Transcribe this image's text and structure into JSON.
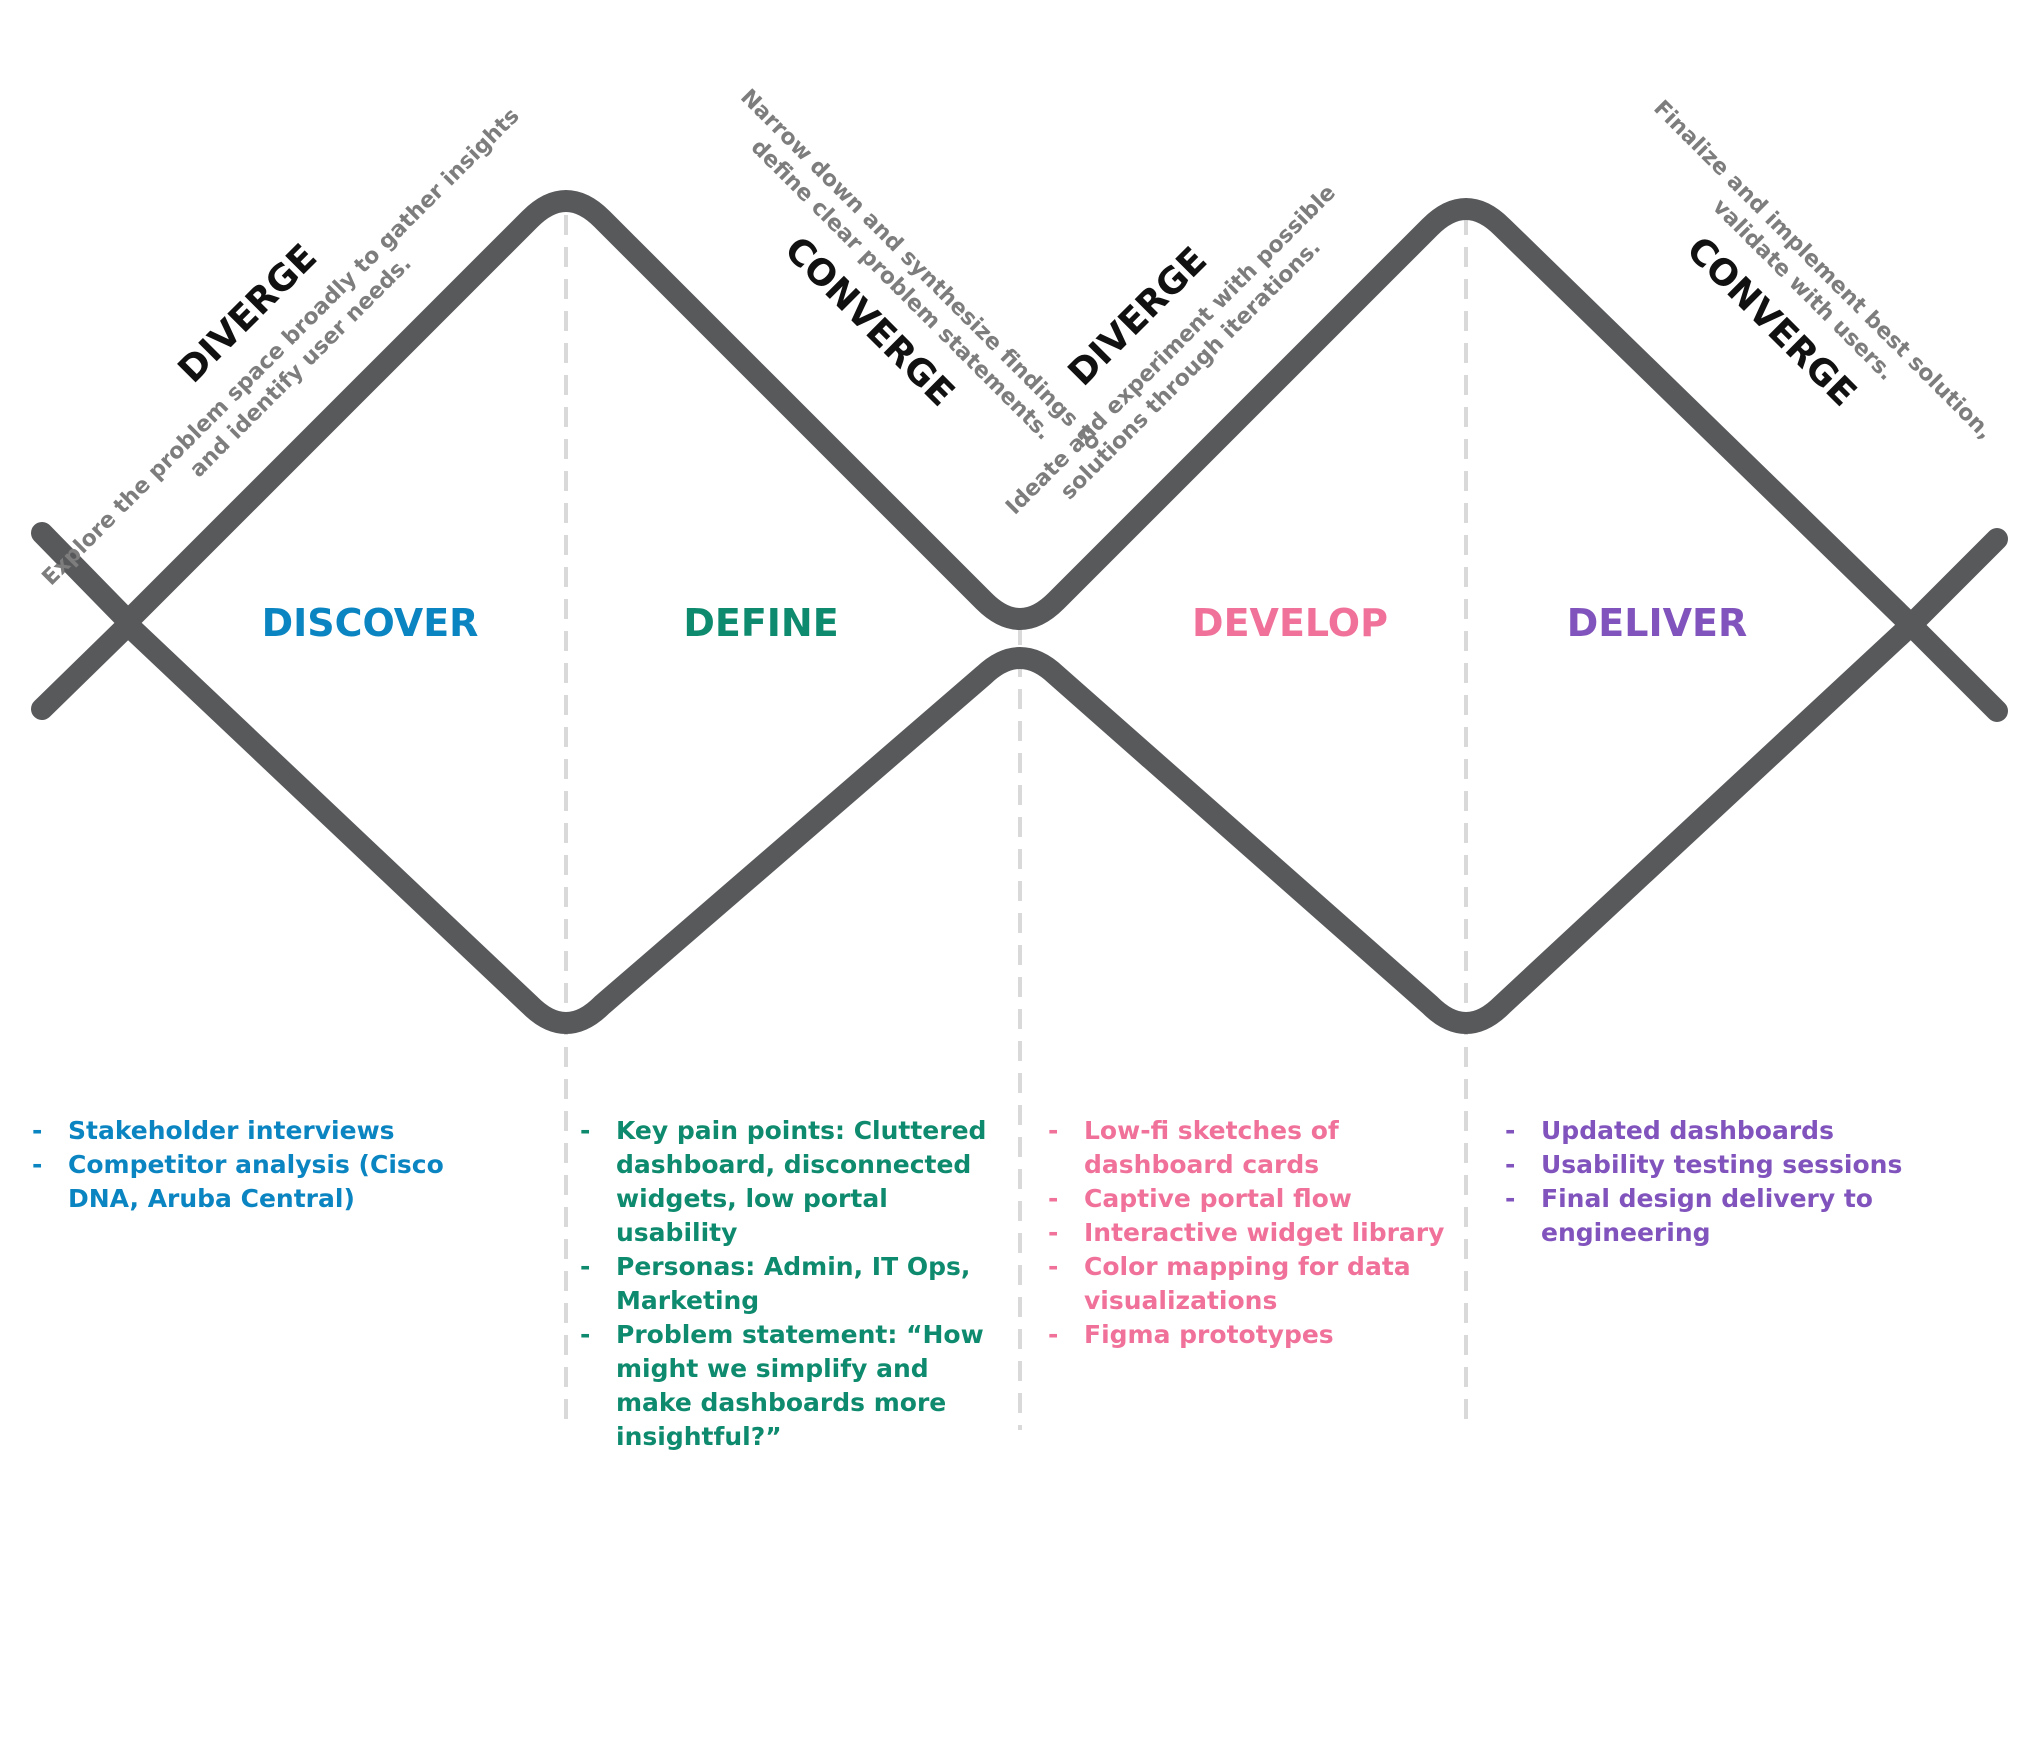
{
  "colors": {
    "line": "#58595b",
    "divider": "#d9d9d9",
    "mode_text": "#111111",
    "desc_text": "#7d7d7d"
  },
  "phases": [
    {
      "name": "DISCOVER",
      "color": "#0b85c2"
    },
    {
      "name": "DEFINE",
      "color": "#0e8a6e"
    },
    {
      "name": "DEVELOP",
      "color": "#f0719a"
    },
    {
      "name": "DELIVER",
      "color": "#8153bd"
    }
  ],
  "stages": [
    {
      "mode": "DIVERGE",
      "desc_line1": "Explore the problem space broadly to gather insights",
      "desc_line2": "and identify user needs."
    },
    {
      "mode": "CONVERGE",
      "desc_line1": "Narrow down and synthesize findings to",
      "desc_line2": "define clear problem statements."
    },
    {
      "mode": "DIVERGE",
      "desc_line1": "Ideate and experiment with possible",
      "desc_line2": "solutions through iterations."
    },
    {
      "mode": "CONVERGE",
      "desc_line1": "Finalize and implement best solution,",
      "desc_line2": "validate with users."
    }
  ],
  "lists": {
    "discover": [
      "Stakeholder interviews",
      "Competitor analysis (Cisco DNA, Aruba Central)"
    ],
    "define": [
      "Key pain points: Cluttered dashboard, disconnected widgets, low portal usability",
      "Personas: Admin, IT Ops, Marketing",
      "Problem statement: “How might we simplify and make dashboards more insightful?”"
    ],
    "develop": [
      "Low-fi sketches of dashboard cards",
      "Captive portal flow",
      "Interactive widget library",
      "Color mapping for data visualizations",
      "Figma prototypes"
    ],
    "deliver": [
      "Updated dashboards",
      "Usability testing sessions",
      "Final design delivery to engineering"
    ]
  }
}
